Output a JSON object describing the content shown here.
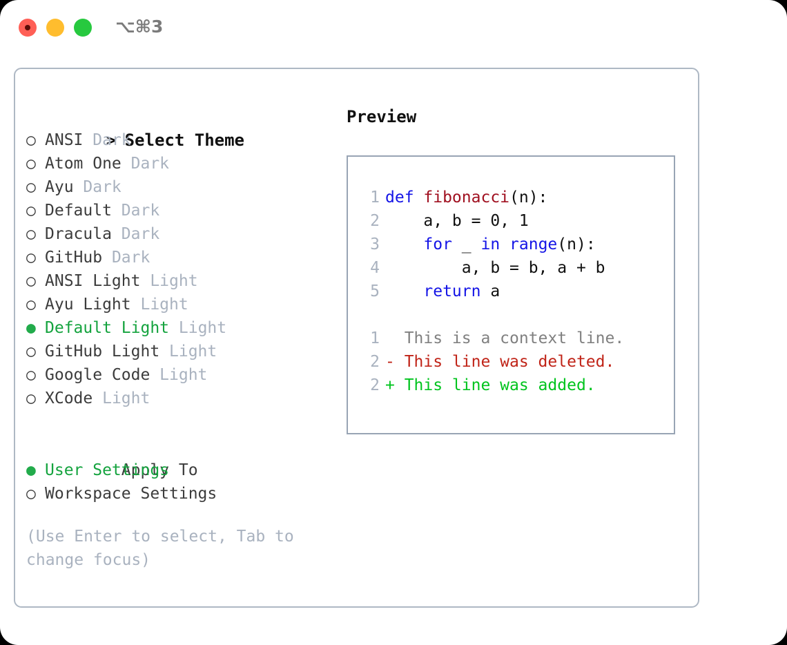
{
  "window": {
    "shortcut": "⌥⌘3",
    "traffic_lights": [
      "close-red",
      "minimize-yellow",
      "maximize-green"
    ]
  },
  "theme_list": {
    "header": "Select Theme",
    "header_marker": ">",
    "marker_selected": "●",
    "marker_unselected": "○",
    "items": [
      {
        "name": "ANSI",
        "category": "Dark",
        "selected": false
      },
      {
        "name": "Atom One",
        "category": "Dark",
        "selected": false
      },
      {
        "name": "Ayu",
        "category": "Dark",
        "selected": false
      },
      {
        "name": "Default",
        "category": "Dark",
        "selected": false
      },
      {
        "name": "Dracula",
        "category": "Dark",
        "selected": false
      },
      {
        "name": "GitHub",
        "category": "Dark",
        "selected": false
      },
      {
        "name": "ANSI Light",
        "category": "Light",
        "selected": false
      },
      {
        "name": "Ayu Light",
        "category": "Light",
        "selected": false
      },
      {
        "name": "Default Light",
        "category": "Light",
        "selected": true
      },
      {
        "name": "GitHub Light",
        "category": "Light",
        "selected": false
      },
      {
        "name": "Google Code",
        "category": "Light",
        "selected": false
      },
      {
        "name": "XCode",
        "category": "Light",
        "selected": false
      }
    ]
  },
  "apply_to": {
    "header": "Apply To",
    "options": [
      {
        "label": "User Settings",
        "selected": true
      },
      {
        "label": "Workspace Settings",
        "selected": false
      }
    ]
  },
  "hint": "(Use Enter to select, Tab to change focus)",
  "preview": {
    "title": "Preview",
    "code": [
      {
        "num": "1",
        "tokens": [
          {
            "t": "def ",
            "c": "kw"
          },
          {
            "t": "fibonacci",
            "c": "fn"
          },
          {
            "t": "(n):",
            "c": "plain"
          }
        ]
      },
      {
        "num": "2",
        "tokens": [
          {
            "t": "    a, b = 0, 1",
            "c": "plain"
          }
        ]
      },
      {
        "num": "3",
        "tokens": [
          {
            "t": "    ",
            "c": "plain"
          },
          {
            "t": "for",
            "c": "kw"
          },
          {
            "t": " _ ",
            "c": "plain"
          },
          {
            "t": "in",
            "c": "kw"
          },
          {
            "t": " ",
            "c": "plain"
          },
          {
            "t": "range",
            "c": "kw"
          },
          {
            "t": "(n):",
            "c": "plain"
          }
        ]
      },
      {
        "num": "4",
        "tokens": [
          {
            "t": "        a, b = b, a + b",
            "c": "plain"
          }
        ]
      },
      {
        "num": "5",
        "tokens": [
          {
            "t": "    ",
            "c": "plain"
          },
          {
            "t": "return",
            "c": "kw"
          },
          {
            "t": " a",
            "c": "plain"
          }
        ]
      }
    ],
    "diff": [
      {
        "num": "1",
        "marker": " ",
        "text": " This is a context line.",
        "kind": "ctx"
      },
      {
        "num": "2",
        "marker": "-",
        "text": " This line was deleted.",
        "kind": "del"
      },
      {
        "num": "2",
        "marker": "+",
        "text": " This line was added.",
        "kind": "add"
      }
    ]
  },
  "colors": {
    "selected_green": "#14a33e",
    "muted_grey": "#a9b2bf",
    "keyword_blue": "#1414e6",
    "function_red": "#a01020",
    "diff_delete": "#c02418",
    "diff_add": "#00c41e",
    "border": "#aeb8c4"
  }
}
